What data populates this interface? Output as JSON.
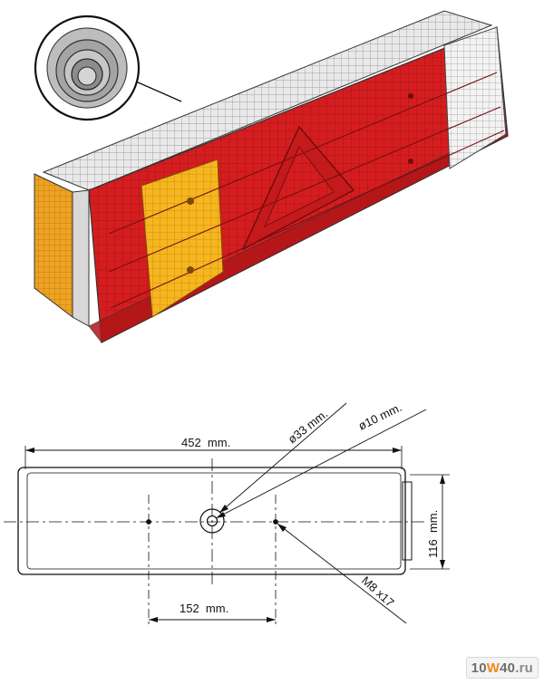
{
  "figure": {
    "dimensions": {
      "overall_length": "452  mm.",
      "height": "116  mm.",
      "mount_spacing": "152  mm.",
      "connector_outer_dia": "ø33 mm.",
      "connector_inner_dia": "ø10 mm.",
      "mount_thread": "M8 x17"
    },
    "lamp_sections": [
      {
        "name": "side reflector",
        "color": "#f0a020"
      },
      {
        "name": "stop/tail",
        "color": "#d81d20"
      },
      {
        "name": "turn indicator",
        "color": "#f6b821"
      },
      {
        "name": "triangle reflector",
        "color": "#c61a1c"
      },
      {
        "name": "reverse",
        "color": "#f1f1f1"
      }
    ]
  },
  "watermark": {
    "part1": "10",
    "part2": "W",
    "part3": "40",
    "part4": ".ru"
  }
}
